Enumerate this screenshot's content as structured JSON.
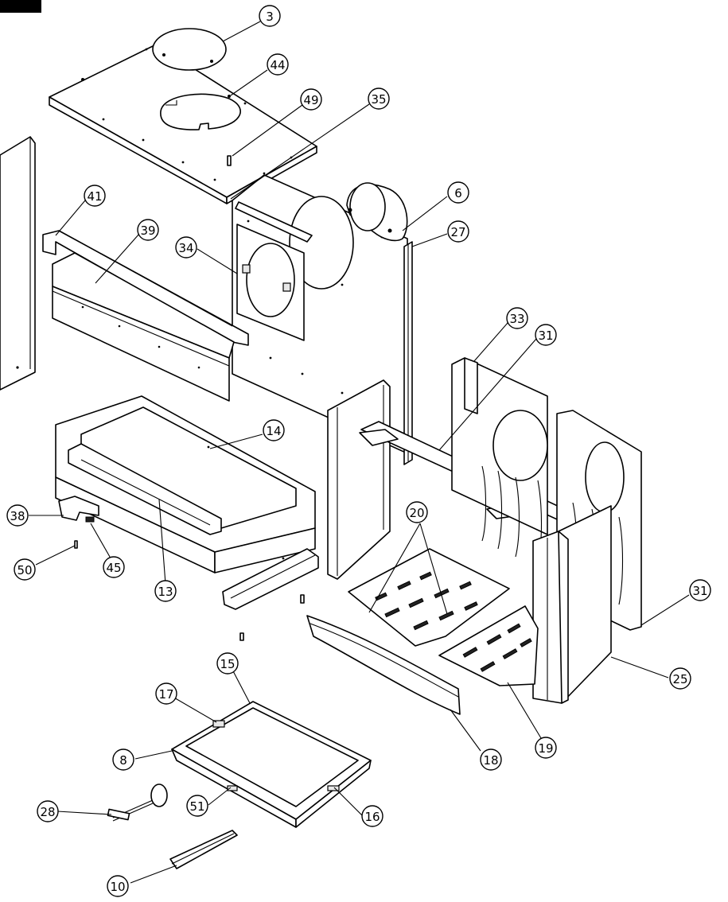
{
  "header_block_color": "#000000",
  "callouts": {
    "c3": "3",
    "c44": "44",
    "c49": "49",
    "c35": "35",
    "c41": "41",
    "c39": "39",
    "c34": "34",
    "c6": "6",
    "c27": "27",
    "c33": "33",
    "c31a": "31",
    "c14": "14",
    "c38": "38",
    "c50": "50",
    "c45": "45",
    "c13": "13",
    "c20": "20",
    "c31b": "31",
    "c25": "25",
    "c15": "15",
    "c17": "17",
    "c8": "8",
    "c18": "18",
    "c19": "19",
    "c51": "51",
    "c16": "16",
    "c28": "28",
    "c10": "10"
  }
}
